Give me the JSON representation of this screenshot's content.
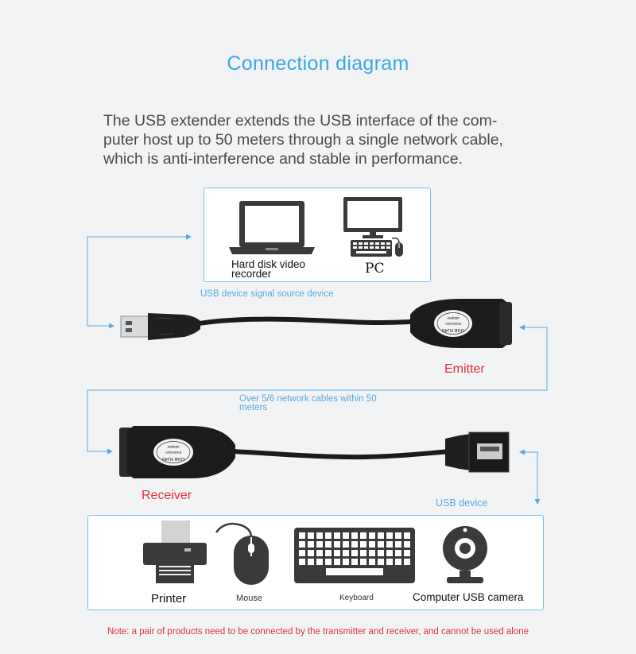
{
  "title": "Connection diagram",
  "description_lines": [
    "The USB extender extends the USB interface of the com-",
    "puter host up to 50 meters through a single network cable,",
    "which is anti-interference and stable in performance."
  ],
  "source_devices": {
    "recorder_label_line1": "Hard disk video",
    "recorder_label_line2": "recorder",
    "pc_label": "PC"
  },
  "source_caption": "USB device signal source device",
  "emitter_label": "Emitter",
  "cable_caption_line1": "Over 5/6 network cables within 50",
  "cable_caption_line2": "meters",
  "receiver_label": "Receiver",
  "usb_device_caption": "USB device",
  "emitter_body_text": "USB RJ45",
  "emitter_body_subtext": "Extension adapter",
  "receiver_body_text": "USB RJ45",
  "receiver_body_subtext": "Extension adapter",
  "devices": {
    "printer": "Printer",
    "mouse": "Mouse",
    "keyboard": "Keyboard",
    "camera": "Computer USB camera"
  },
  "note": "Note: a pair of products need to be connected by the transmitter and receiver, and cannot be used alone",
  "colors": {
    "accent": "#3aa6e8",
    "arrow": "#5aa8de",
    "warning": "#e0323a"
  }
}
